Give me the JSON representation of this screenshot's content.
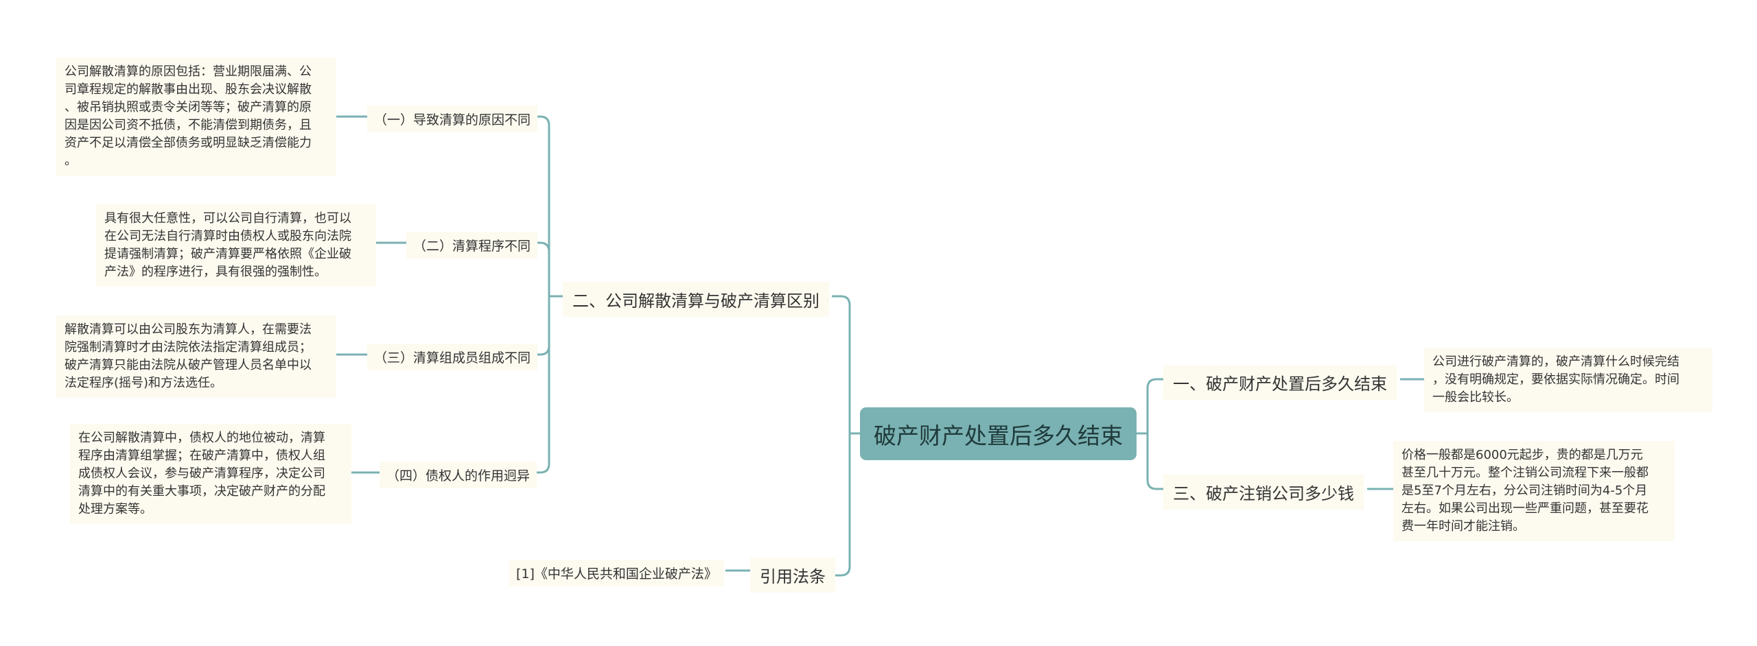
{
  "root": {
    "label": "破产财产处置后多久结束"
  },
  "branches": {
    "b2": {
      "label": "二、公司解散清算与破产清算区别"
    },
    "cite": {
      "label": "引用法条"
    },
    "b1": {
      "label": "一、破产财产处置后多久结束"
    },
    "b3": {
      "label": "三、破产注销公司多少钱"
    }
  },
  "subs": {
    "s1": {
      "label": "（一）导致清算的原因不同"
    },
    "s2": {
      "label": "（二）清算程序不同"
    },
    "s3": {
      "label": "（三）清算组成员组成不同"
    },
    "s4": {
      "label": "（四）债权人的作用迥异"
    },
    "c1": {
      "label": "[1]《中华人民共和国企业破产法》"
    }
  },
  "leaves": {
    "l1": [
      "公司解散清算的原因包括：营业期限届满、公",
      "司章程规定的解散事由出现、股东会决议解散",
      "、被吊销执照或责令关闭等等；破产清算的原",
      "因是因公司资不抵债，不能清偿到期债务，且",
      "资产不足以清偿全部债务或明显缺乏清偿能力",
      "。"
    ],
    "l2": [
      "具有很大任意性，可以公司自行清算，也可以",
      "在公司无法自行清算时由债权人或股东向法院",
      "提请强制清算；破产清算要严格依照《企业破",
      "产法》的程序进行，具有很强的强制性。"
    ],
    "l3": [
      "解散清算可以由公司股东为清算人，在需要法",
      "院强制清算时才由法院依法指定清算组成员；",
      "破产清算只能由法院从破产管理人员名单中以",
      "法定程序(摇号)和方法选任。"
    ],
    "l4": [
      "在公司解散清算中，债权人的地位被动，清算",
      "程序由清算组掌握；在破产清算中，债权人组",
      "成债权人会议，参与破产清算程序，决定公司",
      "清算中的有关重大事项，决定破产财产的分配",
      "处理方案等。"
    ],
    "r1": [
      "公司进行破产清算的，破产清算什么时候完结",
      "，没有明确规定，要依据实际情况确定。时间",
      "一般会比较长。"
    ],
    "r3": [
      "价格一般都是6000元起步，贵的都是几万元",
      "甚至几十万元。整个注销公司流程下来一般都",
      "是5至7个月左右，分公司注销时间为4-5个月",
      "左右。如果公司出现一些严重问题，甚至要花",
      "费一年时间才能注销。"
    ]
  },
  "colors": {
    "line": "#7ab1b2",
    "root_bg": "#7ab1b2",
    "node_bg": "#fdfaef"
  }
}
